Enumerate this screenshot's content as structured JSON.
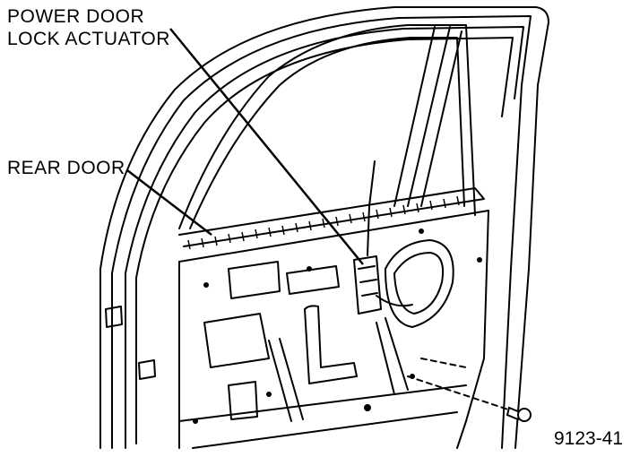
{
  "labels": {
    "actuator_line1": "POWER DOOR",
    "actuator_line2": "LOCK ACTUATOR",
    "rear_door": "REAR DOOR"
  },
  "figure_number": "9123-41",
  "colors": {
    "ink": "#000000",
    "paper": "#ffffff"
  }
}
